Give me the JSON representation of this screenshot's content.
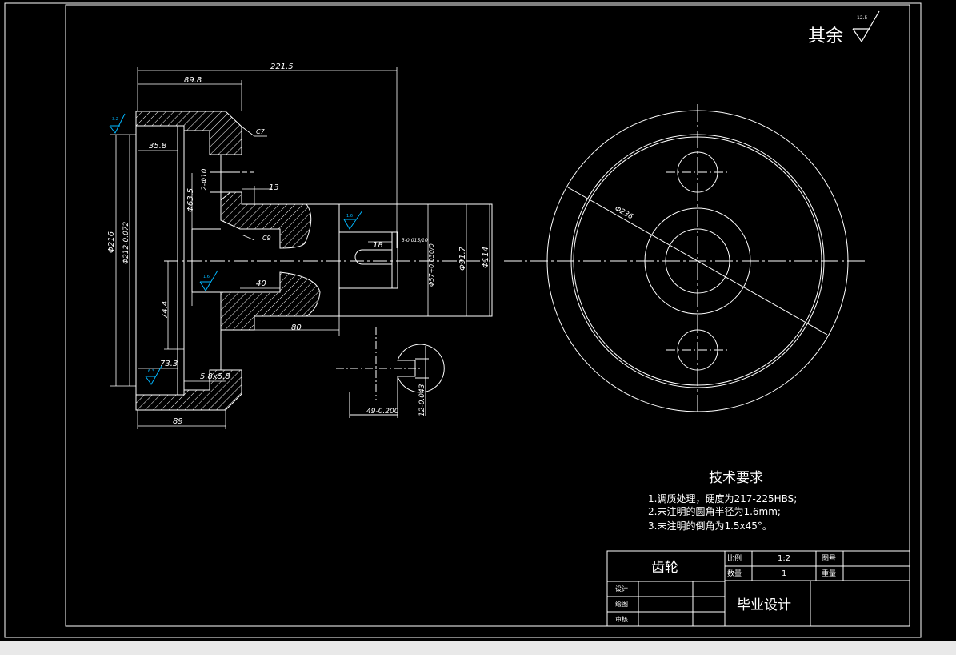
{
  "colors": {
    "background": "#000000",
    "line": "#ffffff",
    "surface_symbol": "#00b7ff",
    "statusbar": "#e9e9e9"
  },
  "roughness": {
    "other_label": "其余",
    "value": "12.5"
  },
  "dimensions": {
    "overall_length": "221.5",
    "hub_length": "89.8",
    "chamfer_c7": "C7",
    "d_35_8": "35.8",
    "hole_2xd10": "2-Φ10",
    "d_13": "13",
    "bore_63_5": "Φ63.5",
    "c9": "C9",
    "d_40": "40",
    "d_74_4": "74.4",
    "d_73_3": "73.3",
    "groove_5_8": "5.8x5.8",
    "d_89": "89",
    "d_80": "80",
    "od_216": "Φ216",
    "d_212": "Φ212-0.072",
    "key_18": "18",
    "key_tol": "3-0.015/10",
    "bore_57": "Φ57+0.030/0",
    "d_91_7": "Φ91.7",
    "d_114": "Φ114",
    "section_49": "49-0.200",
    "section_12": "12-0.043",
    "gear_od": "Φ236",
    "rough_top": "3.2",
    "rough_mid": "1.6",
    "rough_low": "1.6",
    "rough_bottom": "6.3",
    "rough_key": "1.6"
  },
  "requirements": {
    "title": "技术要求",
    "items": [
      "1.调质处理，硬度为217-225HBS;",
      "2.未注明的圆角半径为1.6mm;",
      "3.未注明的倒角为1.5x45°。"
    ]
  },
  "title_block": {
    "part_name": "齿轮",
    "scale_label": "比例",
    "scale_value": "1:2",
    "drawing_no_label": "图号",
    "qty_label": "数量",
    "qty_value": "1",
    "weight_label": "重量",
    "design_label": "设计",
    "draw_label": "绘图",
    "check_label": "审核",
    "project": "毕业设计"
  }
}
